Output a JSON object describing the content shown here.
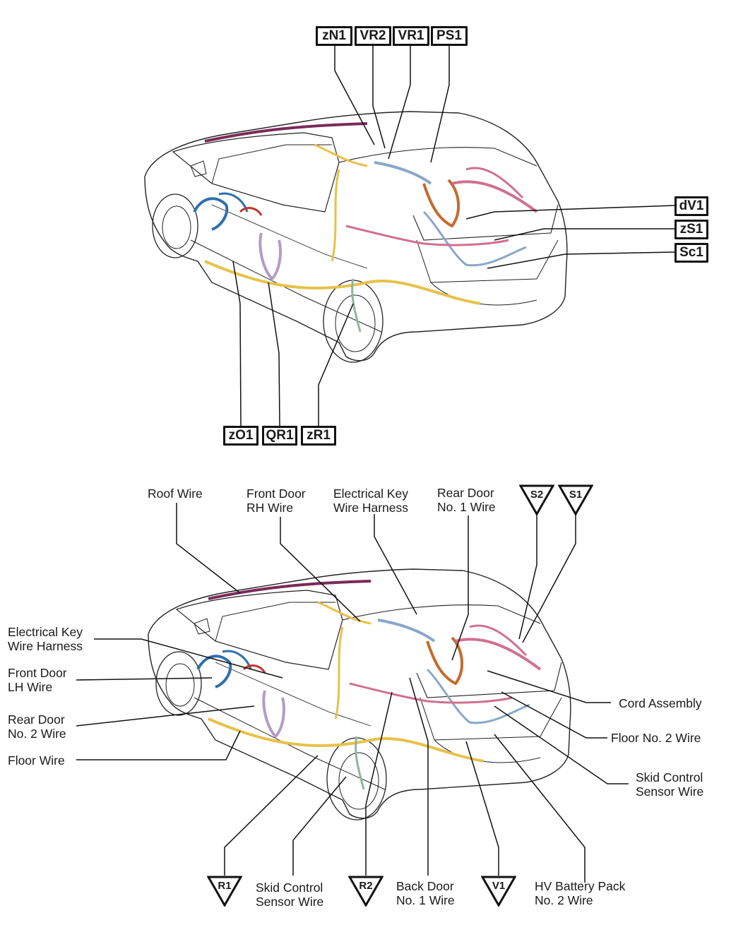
{
  "top_connectors": [
    {
      "id": "zN1",
      "label": "zN1"
    },
    {
      "id": "VR2",
      "label": "VR2"
    },
    {
      "id": "VR1",
      "label": "VR1"
    },
    {
      "id": "PS1",
      "label": "PS1"
    },
    {
      "id": "dV1",
      "label": "dV1"
    },
    {
      "id": "zS1",
      "label": "zS1"
    },
    {
      "id": "Sc1",
      "label": "Sc1"
    },
    {
      "id": "zO1",
      "label": "zO1"
    },
    {
      "id": "QR1",
      "label": "QR1"
    },
    {
      "id": "zR1",
      "label": "zR1"
    }
  ],
  "bottom_labels": {
    "roof_wire": "Roof Wire",
    "front_door_rh_wire": "Front Door\nRH Wire",
    "electrical_key_top": "Electrical Key\nWire Harness",
    "rear_door_no1_wire": "Rear Door\nNo. 1 Wire",
    "electrical_key_left": "Electrical Key\nWire Harness",
    "front_door_lh_wire": "Front Door\nLH Wire",
    "rear_door_no2_wire": "Rear Door\nNo. 2 Wire",
    "floor_wire": "Floor Wire",
    "cord_assembly": "Cord Assembly",
    "floor_no2_wire": "Floor No. 2 Wire",
    "skid_control_right": "Skid Control\nSensor Wire",
    "skid_control_bottom": "Skid Control\nSensor Wire",
    "back_door_no1_wire": "Back Door\nNo. 1 Wire",
    "hv_battery_no2_wire": "HV Battery Pack\nNo. 2 Wire"
  },
  "ground_points": {
    "S2": "S2",
    "S1": "S1",
    "R1": "R1",
    "R2": "R2",
    "V1": "V1"
  },
  "wire_colors": {
    "roof": "#7a2a5a",
    "floor": "#e6c24a",
    "door_lh": "#2f6fae",
    "rear_door": "#b39cc6",
    "back_door": "#d0708f",
    "battery": "#c46a2e",
    "engine": "#8aa7c8",
    "skid": "#8fb59a"
  }
}
